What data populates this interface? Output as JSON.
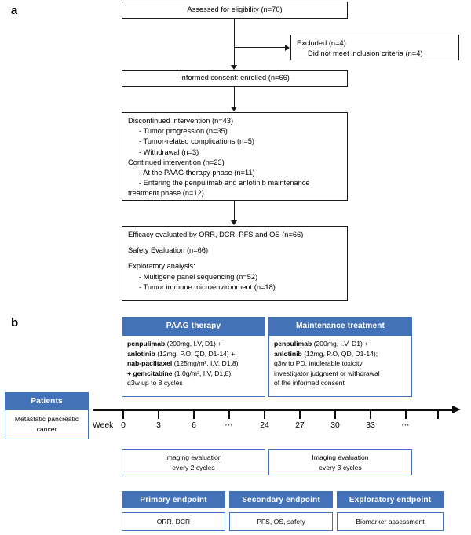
{
  "figure": {
    "panel_a_letter": "a",
    "panel_b_letter": "b"
  },
  "panel_a": {
    "boxes": {
      "assessed": "Assessed for eligibility (n=70)",
      "excluded_line1": "Excluded (n=4)",
      "excluded_line2": "Did not meet inclusion criteria (n=4)",
      "enrolled": "Informed consent: enrolled (n=66)",
      "discontinued_header": "Discontinued intervention (n=43)",
      "discontinued_item1": "- Tumor progression (n=35)",
      "discontinued_item2": "- Tumor-related complications (n=5)",
      "discontinued_item3": "- Withdrawal (n=3)",
      "continued_header": "Continued intervention (n=23)",
      "continued_item1": "- At the PAAG therapy phase (n=11)",
      "continued_item2": "- Entering the penpulimab and anlotinib maintenance",
      "continued_item2b": "treatment phase (n=12)",
      "efficacy": "Efficacy evaluated by ORR, DCR, PFS and OS (n=66)",
      "safety": "Safety Evaluation (n=66)",
      "exploratory_header": "Exploratory analysis:",
      "exploratory_item1": "- Multigene panel sequencing (n=52)",
      "exploratory_item2": "- Tumor immune microenvironment (n=18)"
    }
  },
  "panel_b": {
    "patients": {
      "header": "Patients",
      "body_line1": "Metastatic pancreatic",
      "body_line2": "cancer"
    },
    "treatment_phases": [
      {
        "header": "PAAG therapy",
        "lines": [
          {
            "drug": "penpulimab",
            "detail": " (200mg, I.V, D1) +"
          },
          {
            "drug": "anlotinib",
            "detail": " (12mg, P.O, QD, D1-14) +"
          },
          {
            "drug": "nab-paclitaxel",
            "detail": " (125mg/m², I.V, D1,8)"
          },
          {
            "drug": "+ gemcitabine",
            "detail": " (1.0g/m², I.V, D1,8);"
          },
          {
            "drug": "",
            "detail": "q3w up to 8 cycles"
          }
        ]
      },
      {
        "header": "Maintenance treatment",
        "lines": [
          {
            "drug": "penpulimab",
            "detail": " (200mg, I.V, D1) +"
          },
          {
            "drug": "anlotinib",
            "detail": " (12mg, P.O, QD, D1-14);"
          },
          {
            "drug": "",
            "detail": "q3w to PD, intolerable toxicity,"
          },
          {
            "drug": "",
            "detail": "investigator judgment or withdrawal"
          },
          {
            "drug": "",
            "detail": "of the informed consent"
          }
        ]
      }
    ],
    "timeline": {
      "axis_prefix": "Week",
      "ticks": [
        "0",
        "3",
        "6",
        "⋯",
        "24",
        "27",
        "30",
        "33",
        "⋯",
        ""
      ]
    },
    "imaging": [
      {
        "line1": "Imaging evaluation",
        "line2": "every 2 cycles"
      },
      {
        "line1": "Imaging evaluation",
        "line2": "every 3 cycles"
      }
    ],
    "endpoints": [
      {
        "header": "Primary endpoint",
        "body": "ORR, DCR"
      },
      {
        "header": "Secondary endpoint",
        "body": "PFS, OS, safety"
      },
      {
        "header": "Exploratory endpoint",
        "body": "Biomarker assessment"
      }
    ]
  },
  "colors": {
    "brand_blue": "#4472b8",
    "line_black": "#1a1a1a"
  }
}
